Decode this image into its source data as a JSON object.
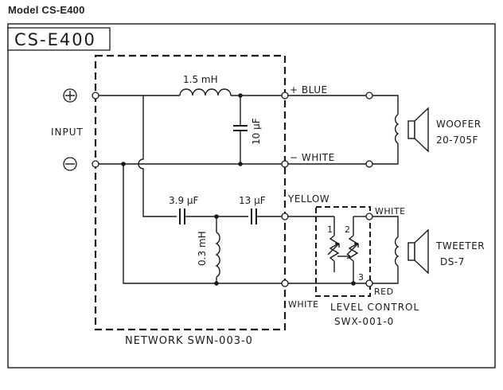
{
  "header": {
    "model_text": "Model  CS-E400"
  },
  "title_box": {
    "text": "CS-E400"
  },
  "input": {
    "label": "INPUT",
    "plus_symbol": "+",
    "minus_symbol": "−"
  },
  "components": {
    "l1": "1.5 mH",
    "c1": "10 μF",
    "c2": "3.9 μF",
    "c3": "13 μF",
    "l2": "0.3 mH"
  },
  "wires": {
    "blue": "+ BLUE",
    "white_top": "− WHITE",
    "yellow": "YELLOW",
    "white_mid": "WHITE",
    "white_bottom": "WHITE",
    "red": "RED"
  },
  "level_control": {
    "pin1": "1",
    "pin2": "2",
    "pin3": "3",
    "title": "LEVEL CONTROL",
    "part": "SWX-001-0"
  },
  "woofer": {
    "name": "WOOFER",
    "part": "20-705F"
  },
  "tweeter": {
    "name": "TWEETER",
    "part": "DS-7"
  },
  "network": {
    "label": "NETWORK  SWN-003-0"
  }
}
